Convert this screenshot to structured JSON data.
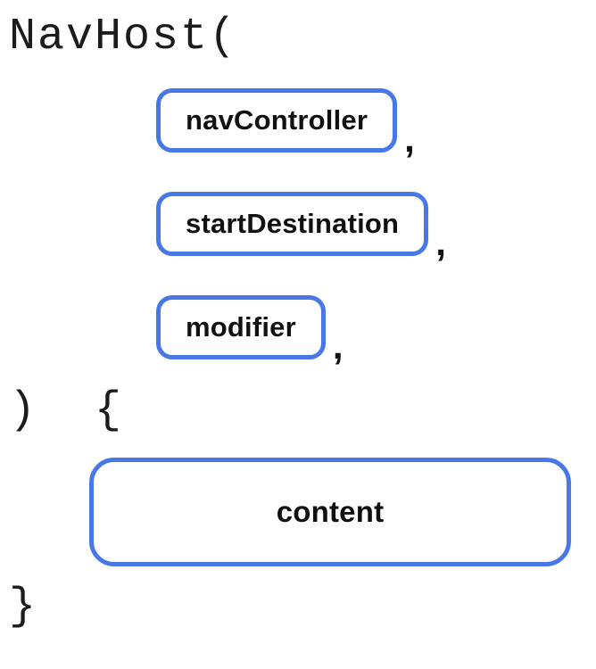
{
  "diagram": {
    "open_line": "NavHost(",
    "params": [
      {
        "label": "navController",
        "suffix": ","
      },
      {
        "label": "startDestination",
        "suffix": ","
      },
      {
        "label": "modifier",
        "suffix": ","
      }
    ],
    "close_line": ")  {",
    "body_label": "content",
    "close_brace": "}"
  },
  "colors": {
    "chip_border": "#4878e8",
    "code_text": "#1c1c1c",
    "label_text": "#111111",
    "background": "#ffffff"
  }
}
